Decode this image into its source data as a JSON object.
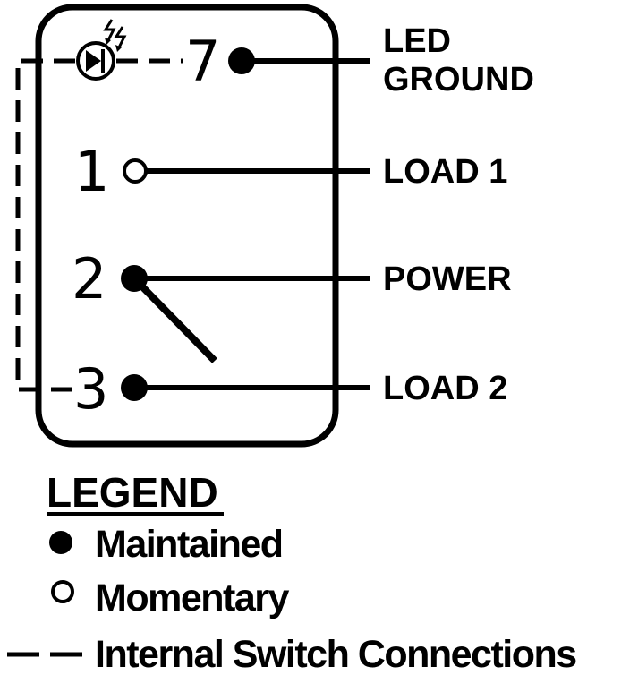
{
  "pins": {
    "p7": {
      "number": "7",
      "label_line1": "LED",
      "label_line2": "GROUND",
      "type": "maintained"
    },
    "p1": {
      "number": "1",
      "label": "LOAD 1",
      "type": "momentary"
    },
    "p2": {
      "number": "2",
      "label": "POWER",
      "type": "maintained"
    },
    "p3": {
      "number": "3",
      "label": "LOAD 2",
      "type": "maintained"
    }
  },
  "legend": {
    "title": "LEGEND",
    "maintained": "Maintained",
    "momentary": "Momentary",
    "internal": "Internal Switch Connections"
  },
  "icons": [
    "led-icon",
    "light-emission-icon"
  ],
  "colors": {
    "ink": "#000000",
    "background": "#ffffff"
  }
}
